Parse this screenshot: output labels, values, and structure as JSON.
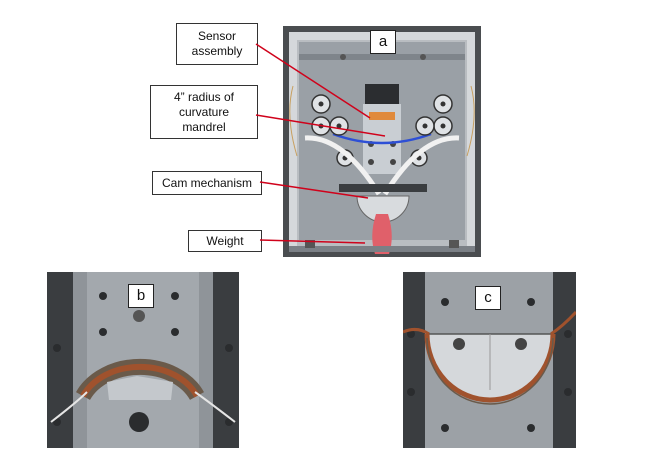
{
  "panels": {
    "a": {
      "label": "a"
    },
    "b": {
      "label": "b"
    },
    "c": {
      "label": "c"
    }
  },
  "callouts": {
    "sensor_assembly": "Sensor\nassembly",
    "mandrel": "4” radius of\ncurvature\nmandrel",
    "cam_mechanism": "Cam mechanism",
    "weight": "Weight"
  },
  "colors": {
    "leader_line": "#d0021b",
    "frame_plate": "#9aa0a6",
    "dark_background": "#3a3d40",
    "specimen_strip": "#a0522d",
    "weight_bag": "#e0606a"
  }
}
